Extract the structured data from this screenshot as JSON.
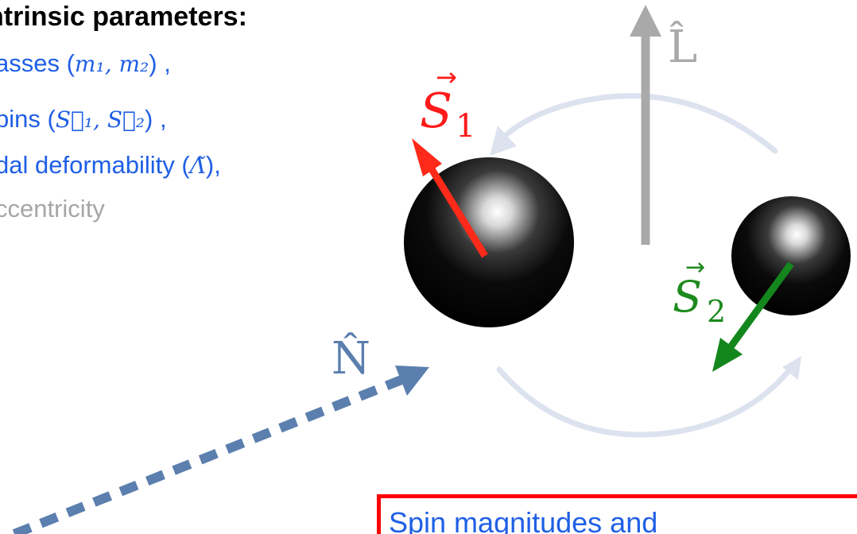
{
  "heading": "ntrinsic parameters:",
  "parameters": [
    {
      "text": "asses (",
      "math": "m₁, m₂",
      "suffix": ") ,"
    },
    {
      "text": "pins (",
      "math": "S⃗₁, S⃗₂",
      "suffix": ") ,"
    },
    {
      "text": "dal deformability (",
      "math": "Λ̃",
      "suffix": "),"
    },
    {
      "text": "ccentricity",
      "math": "",
      "suffix": ""
    }
  ],
  "symbols": {
    "L": "L̂",
    "N": "N̂",
    "S1": "S",
    "S1_sub": "1",
    "S2": "S",
    "S2_sub": "2"
  },
  "note": "Spin magnitudes and",
  "colors": {
    "param_blue": "#1f5fe6",
    "param_gray": "#a6a6a6",
    "spin1_red": "#ff2a1a",
    "spin1_label": "#ff1a1a",
    "spin2_green": "#14871c",
    "spin2_label": "#1d8a1d",
    "L_arrow_gray": "#a9a9a9",
    "N_arrow_blue": "#5b7fae",
    "orbit_arrows": "#dde2ef",
    "note_border": "#ff0000",
    "note_text": "#1f5fe6"
  },
  "icons": {
    "body1": "black-hole-sphere",
    "body2": "black-hole-sphere"
  }
}
